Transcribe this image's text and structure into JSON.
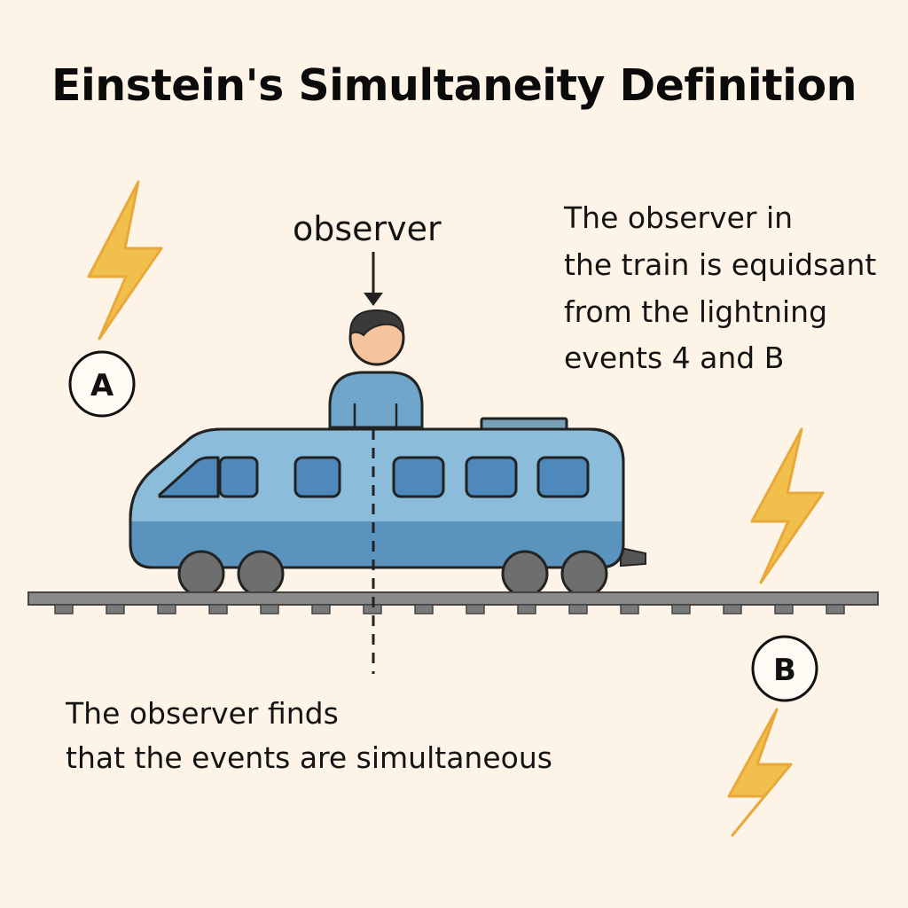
{
  "title": "Einstein's Simultaneity Definition",
  "observer_label": "observer",
  "note_right": {
    "lines": [
      "The observer in",
      "the train is equidsant",
      "from the lightning",
      "events 4 and B"
    ]
  },
  "note_bottom": {
    "lines": [
      "The observer finds",
      "that the events are simultaneous"
    ]
  },
  "events": {
    "a_label": "A",
    "b_label": "B"
  },
  "colors": {
    "background": "#fdf3e7",
    "train_light": "#8bbcd9",
    "train_dark": "#5b93bf",
    "window": "#4f88bb",
    "lightning": "#f1bf4b",
    "rail": "#888888"
  }
}
